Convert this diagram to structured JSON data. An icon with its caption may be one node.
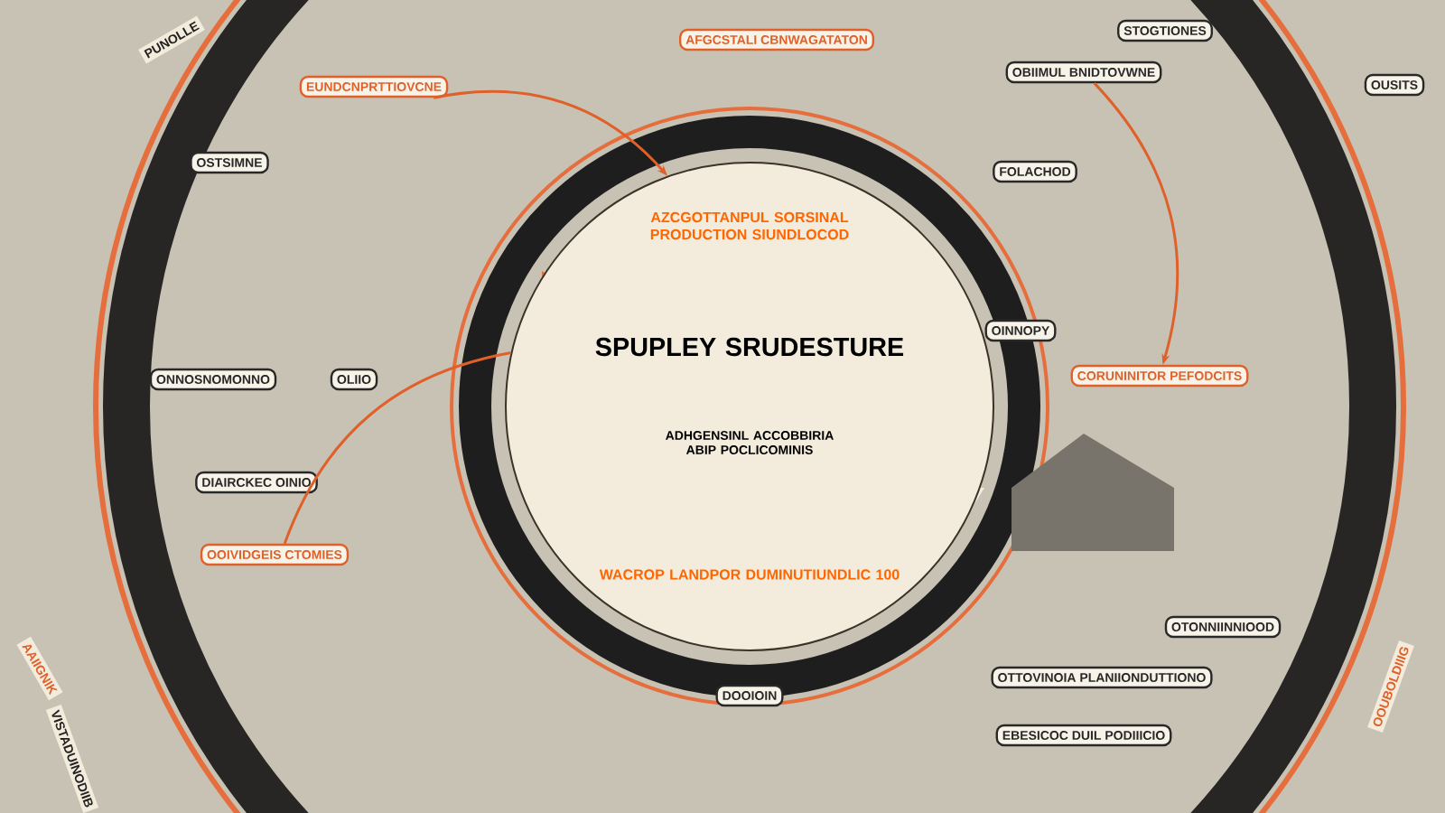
{
  "diagram": {
    "nodes": [
      {
        "text": [
          "AZCGOTTANPUL SORSINAL PRODUCTION SIUNDLOCOD",
          "SPUPLEY SRUDESTURE",
          "ADHGENSINL ACCOBBIRIA ABIP POCLICOMINIS",
          "WACROP LANDPOR DUMINUTIUNDLIC 100"
        ]
      },
      {
        "text": [
          "AFGCSTALI CBNWAGATATON"
        ]
      },
      {
        "text": [
          "EUNDCNPRTTIOVCNE"
        ]
      },
      {
        "text": [
          "STOGTIONES"
        ]
      },
      {
        "text": [
          "OBIIMUL BNIDTOVWNE"
        ]
      },
      {
        "text": [
          "OSTSIMNE"
        ]
      },
      {
        "text": [
          "FOLACHOD"
        ]
      },
      {
        "text": [
          "OINNOPY"
        ]
      },
      {
        "text": [
          "CORUNINITOR PEFODCITS"
        ]
      },
      {
        "text": [
          "ONNOSNOMONNO"
        ]
      },
      {
        "text": [
          "OLIIO"
        ]
      },
      {
        "text": [
          "DIAIRCKEC OINIO"
        ]
      },
      {
        "text": [
          "OOIVIDGEIS CTOMIES"
        ]
      },
      {
        "text": [
          "OTONNIINNIOOD"
        ]
      },
      {
        "text": [
          "OTTOVINOIA PLANIIONDUTTIONO"
        ]
      },
      {
        "text": [
          "EBESICOC DUIL PODIIICIO"
        ]
      },
      {
        "text": [
          "DOOIOIN"
        ]
      },
      {
        "text": [
          "OUSITS"
        ]
      }
    ],
    "edges": [
      {
        "from": 4,
        "to": 8,
        "arrow": "to"
      },
      {
        "from": 2,
        "to": 0,
        "arrow": "to"
      },
      {
        "from": 12,
        "to": 0,
        "arrow": "none"
      }
    ],
    "labels": [
      "PUNOLLE",
      "AAIIGNIK",
      "VISTADUINODIIB",
      "OOUBOLDIIIG"
    ]
  }
}
